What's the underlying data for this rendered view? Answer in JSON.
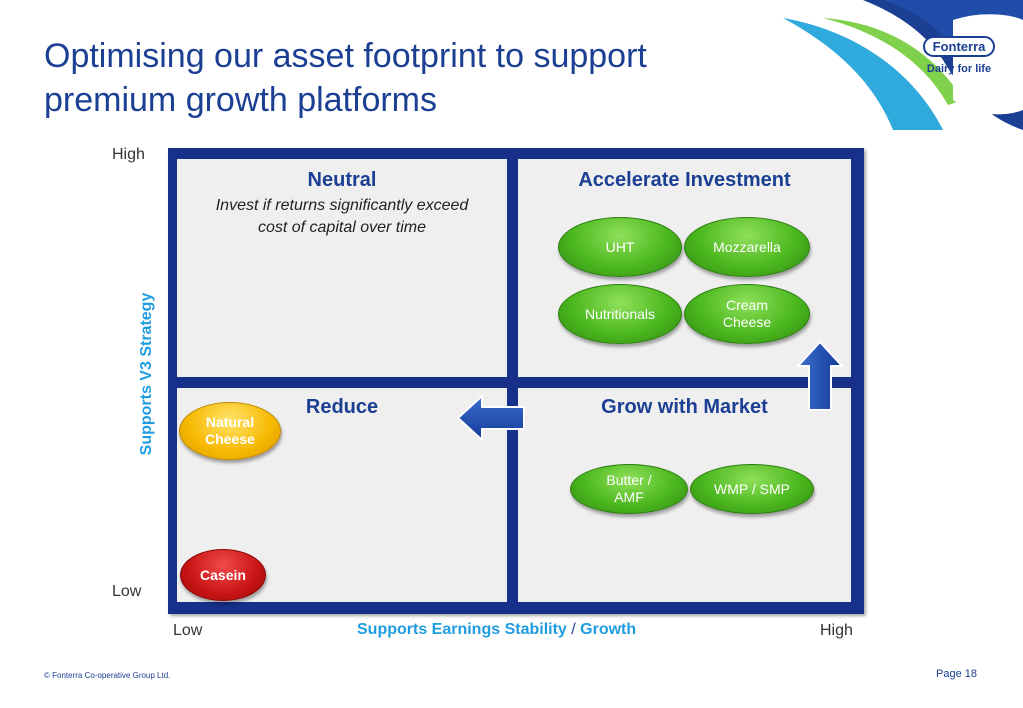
{
  "slide": {
    "title_line1": "Optimising our asset footprint to support",
    "title_line2": "premium growth platforms"
  },
  "logo": {
    "brand": "Fonterra",
    "tagline": "Dairy for life"
  },
  "axes": {
    "y_title": "Supports V3 Strategy",
    "y_high": "High",
    "y_low": "Low",
    "x_title_part1": "Supports Earnings Stability",
    "x_title_sep": " / ",
    "x_title_part2": "Growth",
    "x_low": "Low",
    "x_high": "High"
  },
  "quadrants": {
    "top_left": {
      "heading": "Neutral",
      "sub_line1": "Invest if returns significantly exceed",
      "sub_line2": "cost of capital over time"
    },
    "top_right": {
      "heading": "Accelerate Investment"
    },
    "bottom_left": {
      "heading": "Reduce"
    },
    "bottom_right": {
      "heading": "Grow with Market"
    }
  },
  "items": {
    "uht": "UHT",
    "mozzarella": "Mozzarella",
    "nutritionals": "Nutritionals",
    "cream_cheese_1": "Cream",
    "cream_cheese_2": "Cheese",
    "natural_cheese_1": "Natural",
    "natural_cheese_2": "Cheese",
    "casein": "Casein",
    "butter_1": "Butter /",
    "butter_2": "AMF",
    "wmp": "WMP / SMP"
  },
  "colors": {
    "navy": "#17308a",
    "title_blue": "#1b3f93",
    "axis_cyan": "#1f9ce0",
    "green": "#4cb81f",
    "yellow": "#f6b800",
    "red": "#c81414"
  },
  "footer": {
    "copyright": "© Fonterra Co-operative Group Ltd.",
    "page": "Page 18"
  }
}
